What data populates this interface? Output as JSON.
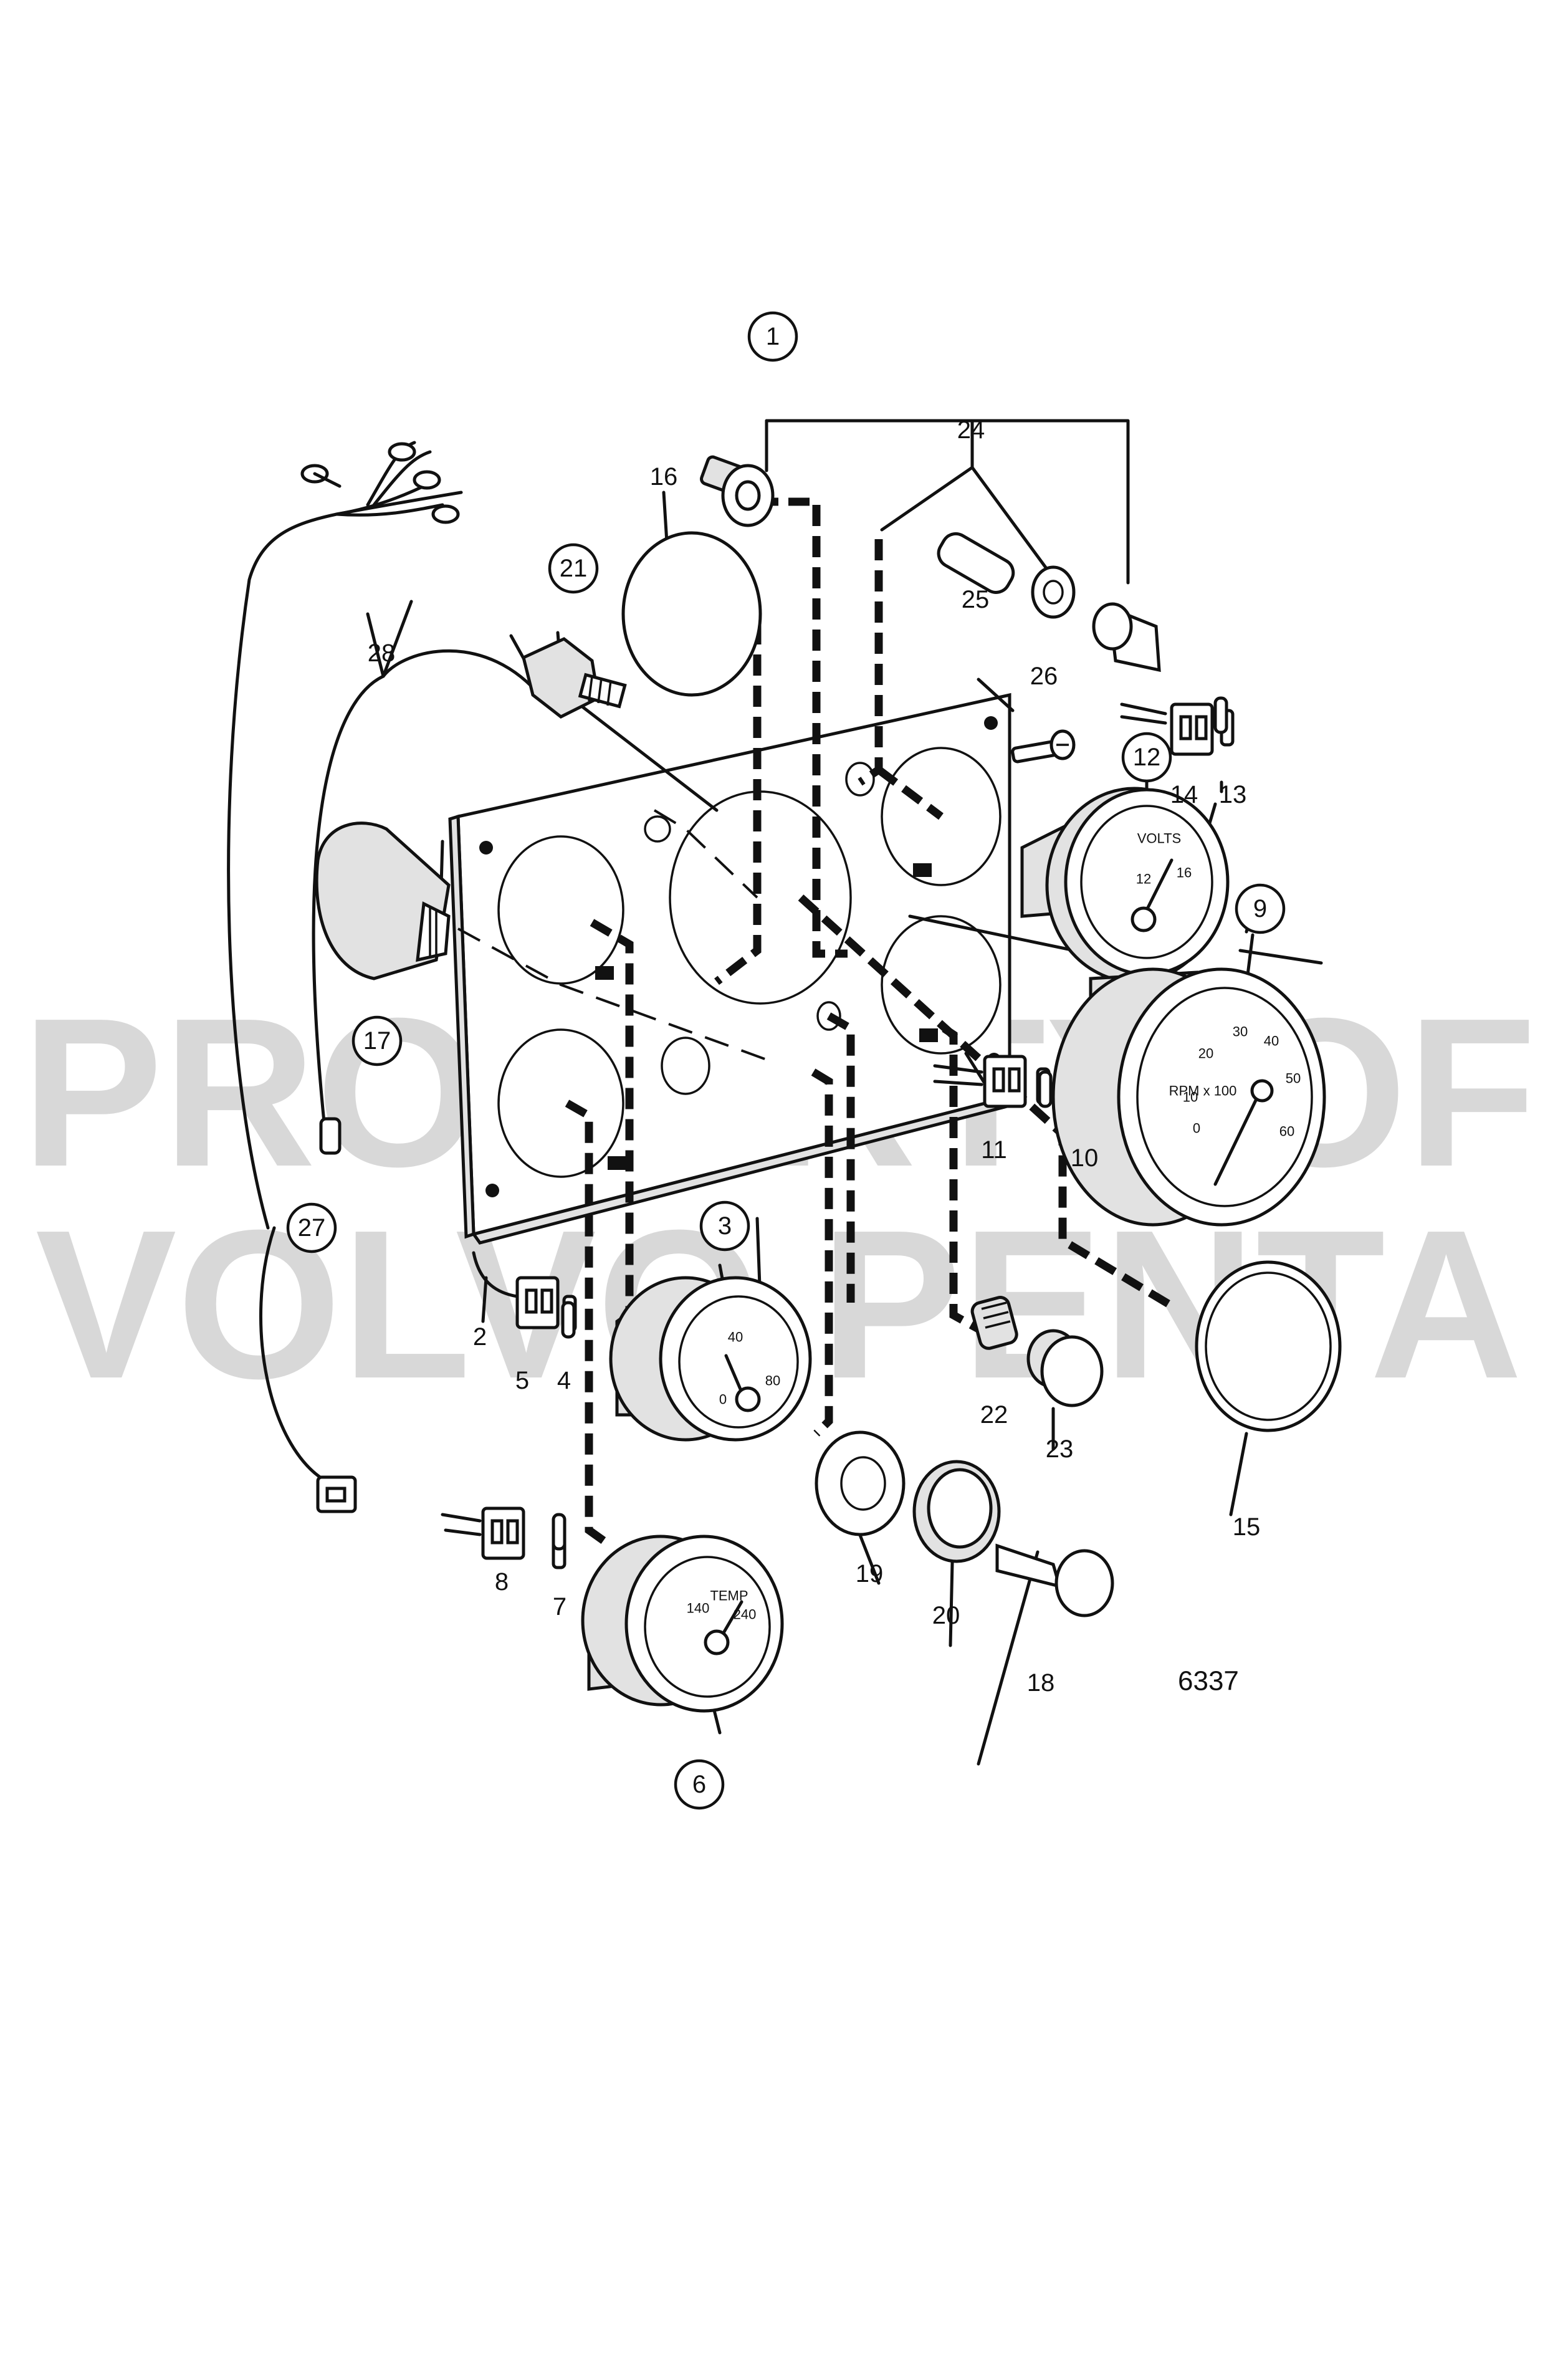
{
  "figure_number": "6337",
  "watermark": {
    "line1": "PROPERTY OF",
    "line2": "VOLVO PENTA"
  },
  "callouts": [
    {
      "id": "1",
      "circled": true
    },
    {
      "id": "2",
      "circled": false
    },
    {
      "id": "3",
      "circled": true
    },
    {
      "id": "4",
      "circled": false
    },
    {
      "id": "5",
      "circled": false
    },
    {
      "id": "6",
      "circled": true
    },
    {
      "id": "7",
      "circled": false
    },
    {
      "id": "8",
      "circled": false
    },
    {
      "id": "9",
      "circled": true
    },
    {
      "id": "10",
      "circled": false
    },
    {
      "id": "11",
      "circled": false
    },
    {
      "id": "12",
      "circled": true
    },
    {
      "id": "13",
      "circled": false
    },
    {
      "id": "14",
      "circled": false
    },
    {
      "id": "15",
      "circled": false
    },
    {
      "id": "16",
      "circled": false
    },
    {
      "id": "17",
      "circled": true
    },
    {
      "id": "18",
      "circled": false
    },
    {
      "id": "19",
      "circled": false
    },
    {
      "id": "20",
      "circled": false
    },
    {
      "id": "21",
      "circled": true
    },
    {
      "id": "22",
      "circled": false
    },
    {
      "id": "23",
      "circled": false
    },
    {
      "id": "24",
      "circled": false
    },
    {
      "id": "25",
      "circled": false
    },
    {
      "id": "26",
      "circled": false
    },
    {
      "id": "27",
      "circled": true
    },
    {
      "id": "28",
      "circled": false
    }
  ],
  "gauge_faces": {
    "voltmeter": {
      "unit": "VOLTS",
      "ticks": [
        "12",
        "16"
      ]
    },
    "tachometer": {
      "unit": "RPM x 100",
      "ticks": [
        "0",
        "10",
        "20",
        "30",
        "40",
        "50",
        "60"
      ]
    },
    "oil_pressure": {
      "ticks": [
        "0",
        "40",
        "80"
      ]
    },
    "temperature": {
      "unit": "TEMP",
      "ticks": [
        "140",
        "240"
      ]
    }
  }
}
